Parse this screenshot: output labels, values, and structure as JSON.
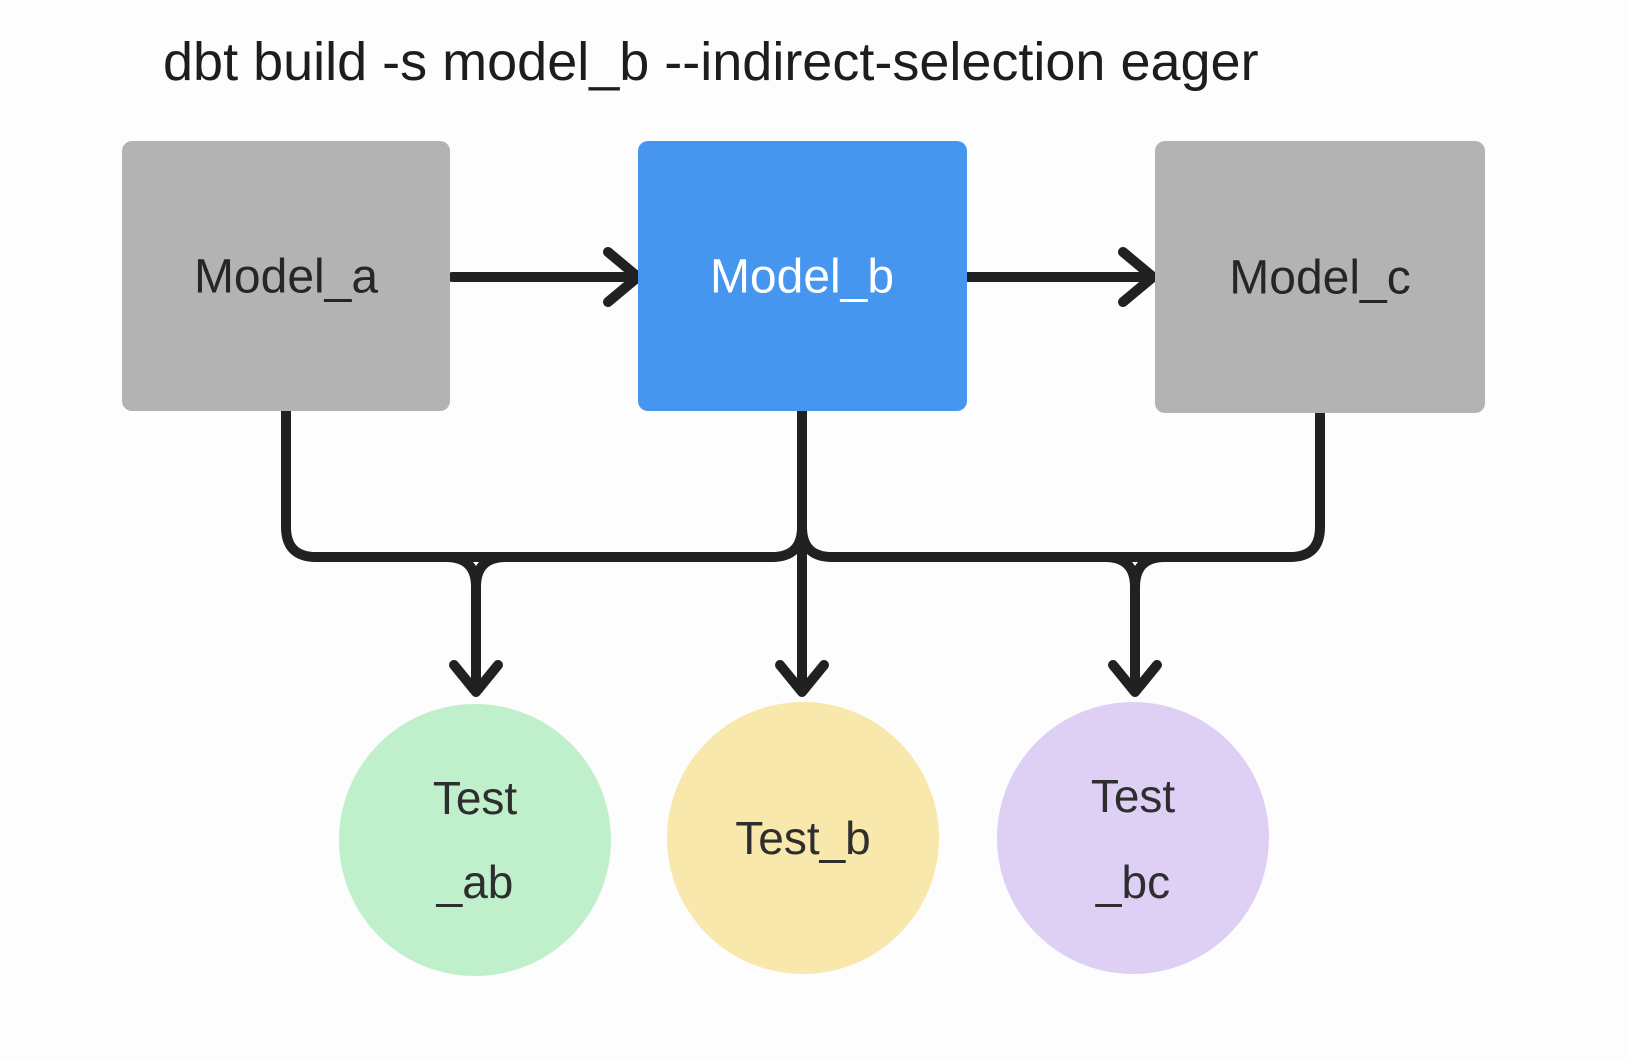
{
  "title": "dbt build -s model_b --indirect-selection eager",
  "colors": {
    "background": "#fdfdfd",
    "edge": "#212121",
    "title_text": "#1d1d1f",
    "node_text": "#2e2e2e"
  },
  "models": [
    {
      "label": "Model_a",
      "color": "#b3b3b3",
      "text_color": "#262626",
      "selected": false
    },
    {
      "label": "Model_b",
      "color": "#4696f0",
      "text_color": "#ffffff",
      "selected": true
    },
    {
      "label": "Model_c",
      "color": "#b3b3b3",
      "text_color": "#262626",
      "selected": false
    }
  ],
  "tests": [
    {
      "lines": [
        "Test",
        "_ab"
      ],
      "color": "#bff0cb"
    },
    {
      "lines": [
        "Test_b"
      ],
      "color": "#f9e8ab"
    },
    {
      "lines": [
        "Test",
        "_bc"
      ],
      "color": "#ded0f5"
    }
  ],
  "edges": [
    {
      "from": "model_a",
      "to": "model_b"
    },
    {
      "from": "model_b",
      "to": "model_c"
    },
    {
      "from": "model_a",
      "to": "test_ab"
    },
    {
      "from": "model_b",
      "to": "test_ab"
    },
    {
      "from": "model_b",
      "to": "test_b"
    },
    {
      "from": "model_b",
      "to": "test_bc"
    },
    {
      "from": "model_c",
      "to": "test_bc"
    }
  ]
}
